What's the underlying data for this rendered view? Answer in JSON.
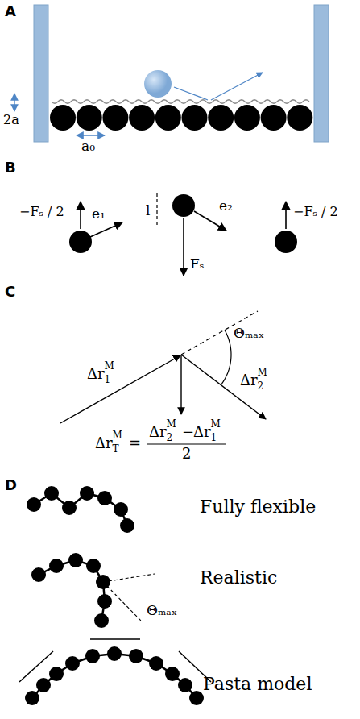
{
  "diagram": {
    "labels": [
      "A",
      "2a",
      "a₀",
      "B",
      "−Fₛ / 2",
      "e₁",
      "l",
      "Fₛ",
      "e₂",
      "−Fₛ / 2",
      "C",
      "Δr",
      "1",
      "M",
      "Θₘₐₓ",
      "Δr",
      "2",
      "M",
      "Δr",
      "T",
      "M",
      "=",
      "Δr",
      "2",
      "M",
      "−",
      "Δr",
      "1",
      "M",
      "2",
      "D",
      "Fully flexible",
      "Realistic",
      "Θₘₐₓ",
      "Pasta model"
    ]
  }
}
